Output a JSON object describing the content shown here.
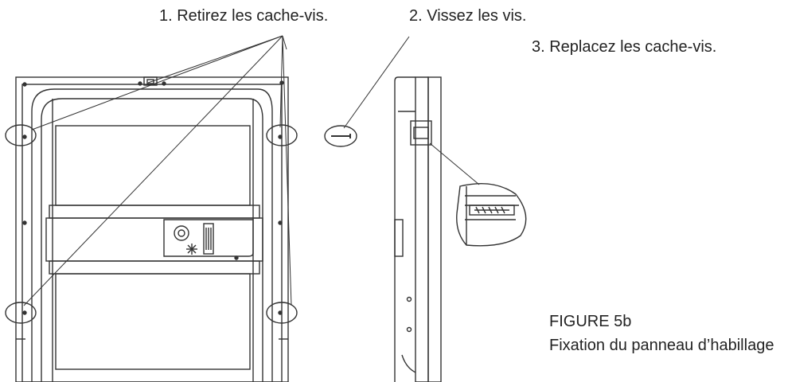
{
  "steps": {
    "step1": "1. Retirez les cache-vis.",
    "step2": "2. Vissez les vis.",
    "step3": "3. Replacez les cache-vis."
  },
  "figure": {
    "number": "FIGURE 5b",
    "caption": "Fixation du panneau d’habillage"
  }
}
